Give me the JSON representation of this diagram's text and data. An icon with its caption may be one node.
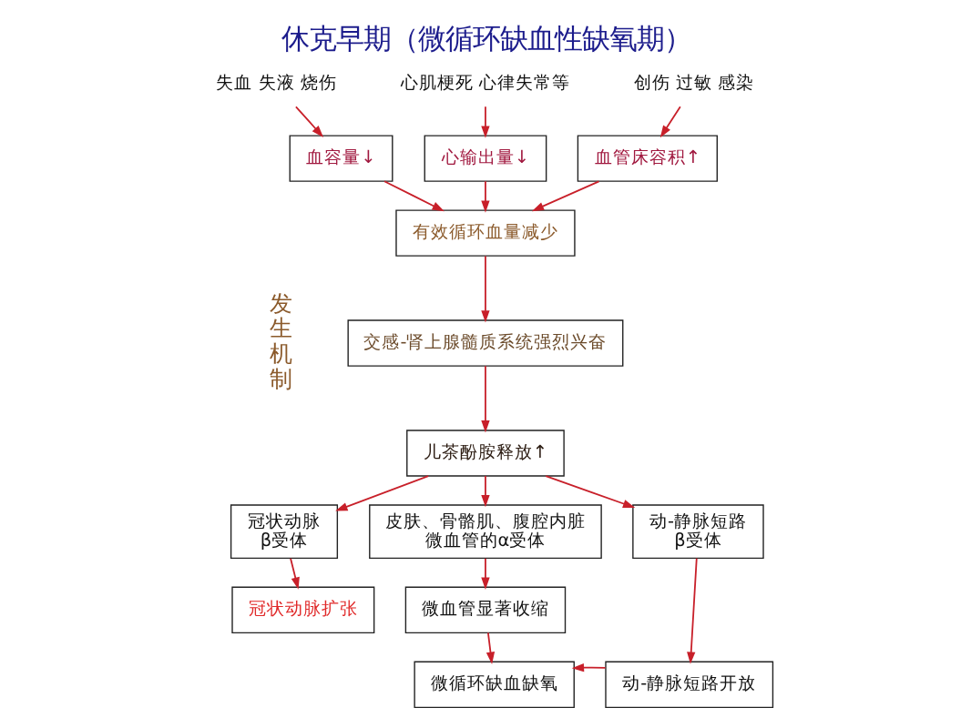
{
  "diagram": {
    "title": "休克早期（微循环缺血性缺氧期）",
    "nodes": [
      {
        "text": [
          "失血 失液 烧伤"
        ]
      },
      {
        "text": [
          "心肌梗死 心律失常等"
        ]
      },
      {
        "text": [
          "创伤 过敏 感染"
        ]
      },
      {
        "text": [
          "血容量↓"
        ]
      },
      {
        "text": [
          "心输出量↓"
        ]
      },
      {
        "text": [
          "血管床容积↑"
        ]
      },
      {
        "text": [
          "有效循环血量减少"
        ]
      },
      {
        "text": [
          "交感-肾上腺髓质系统强烈兴奋"
        ]
      },
      {
        "text": [
          "儿茶酚胺释放↑"
        ]
      },
      {
        "text": [
          "冠状动脉β受体"
        ]
      },
      {
        "text": [
          "皮肤、骨骼肌、腹腔内脏微血管的α受体"
        ]
      },
      {
        "text": [
          "动-静脉短路β受体"
        ]
      },
      {
        "text": [
          "冠状动脉扩张"
        ]
      },
      {
        "text": [
          "微血管显著收缩"
        ]
      },
      {
        "text": [
          "微循环缺血缺氧"
        ]
      },
      {
        "text": [
          "动-静脉短路开放"
        ]
      }
    ],
    "edges": [
      {
        "from": 0,
        "to": 3,
        "arrow": "to"
      },
      {
        "from": 1,
        "to": 4,
        "arrow": "to"
      },
      {
        "from": 2,
        "to": 5,
        "arrow": "to"
      },
      {
        "from": 3,
        "to": 6,
        "arrow": "to"
      },
      {
        "from": 4,
        "to": 6,
        "arrow": "to"
      },
      {
        "from": 5,
        "to": 6,
        "arrow": "to"
      },
      {
        "from": 6,
        "to": 7,
        "arrow": "to"
      },
      {
        "from": 7,
        "to": 8,
        "arrow": "to"
      },
      {
        "from": 8,
        "to": 9,
        "arrow": "to"
      },
      {
        "from": 8,
        "to": 10,
        "arrow": "to"
      },
      {
        "from": 8,
        "to": 11,
        "arrow": "to"
      },
      {
        "from": 9,
        "to": 12,
        "arrow": "to"
      },
      {
        "from": 10,
        "to": 13,
        "arrow": "to"
      },
      {
        "from": 13,
        "to": 14,
        "arrow": "to"
      },
      {
        "from": 11,
        "to": 15,
        "arrow": "to"
      },
      {
        "from": 15,
        "to": 14,
        "arrow": "to"
      }
    ],
    "labels": [
      "发生机制"
    ]
  }
}
